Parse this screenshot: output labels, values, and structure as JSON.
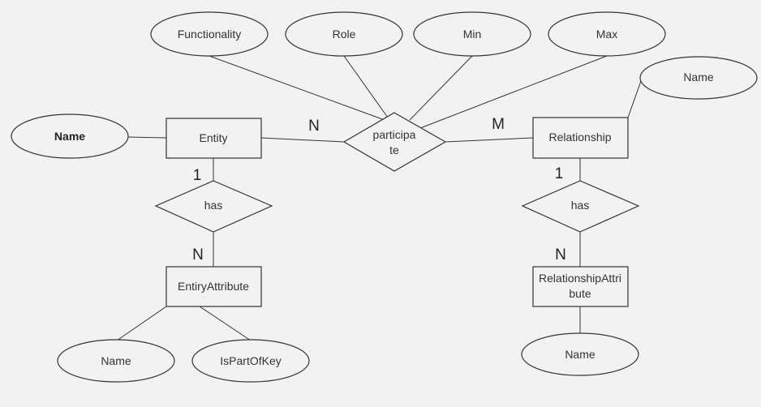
{
  "diagram": {
    "type": "entity-relationship",
    "entities": {
      "entity": "Entity",
      "relationship": "Relationship",
      "entity_attribute": "EntiryAttribute",
      "relationship_attribute_line1": "RelationshipAttri",
      "relationship_attribute_line2": "bute"
    },
    "relationships": {
      "participate_line1": "participa",
      "participate_line2": "te",
      "has_left": "has",
      "has_right": "has"
    },
    "attributes": {
      "entity_name": "Name",
      "functionality": "Functionality",
      "role": "Role",
      "min": "Min",
      "max": "Max",
      "relationship_name": "Name",
      "entity_attribute_name": "Name",
      "is_part_of_key": "IsPartOfKey",
      "relationship_attribute_name": "Name"
    },
    "cardinalities": {
      "entity_participate": "N",
      "relationship_participate": "M",
      "entity_has": "1",
      "has_entity_attribute": "N",
      "relationship_has": "1",
      "has_relationship_attribute": "N"
    }
  }
}
